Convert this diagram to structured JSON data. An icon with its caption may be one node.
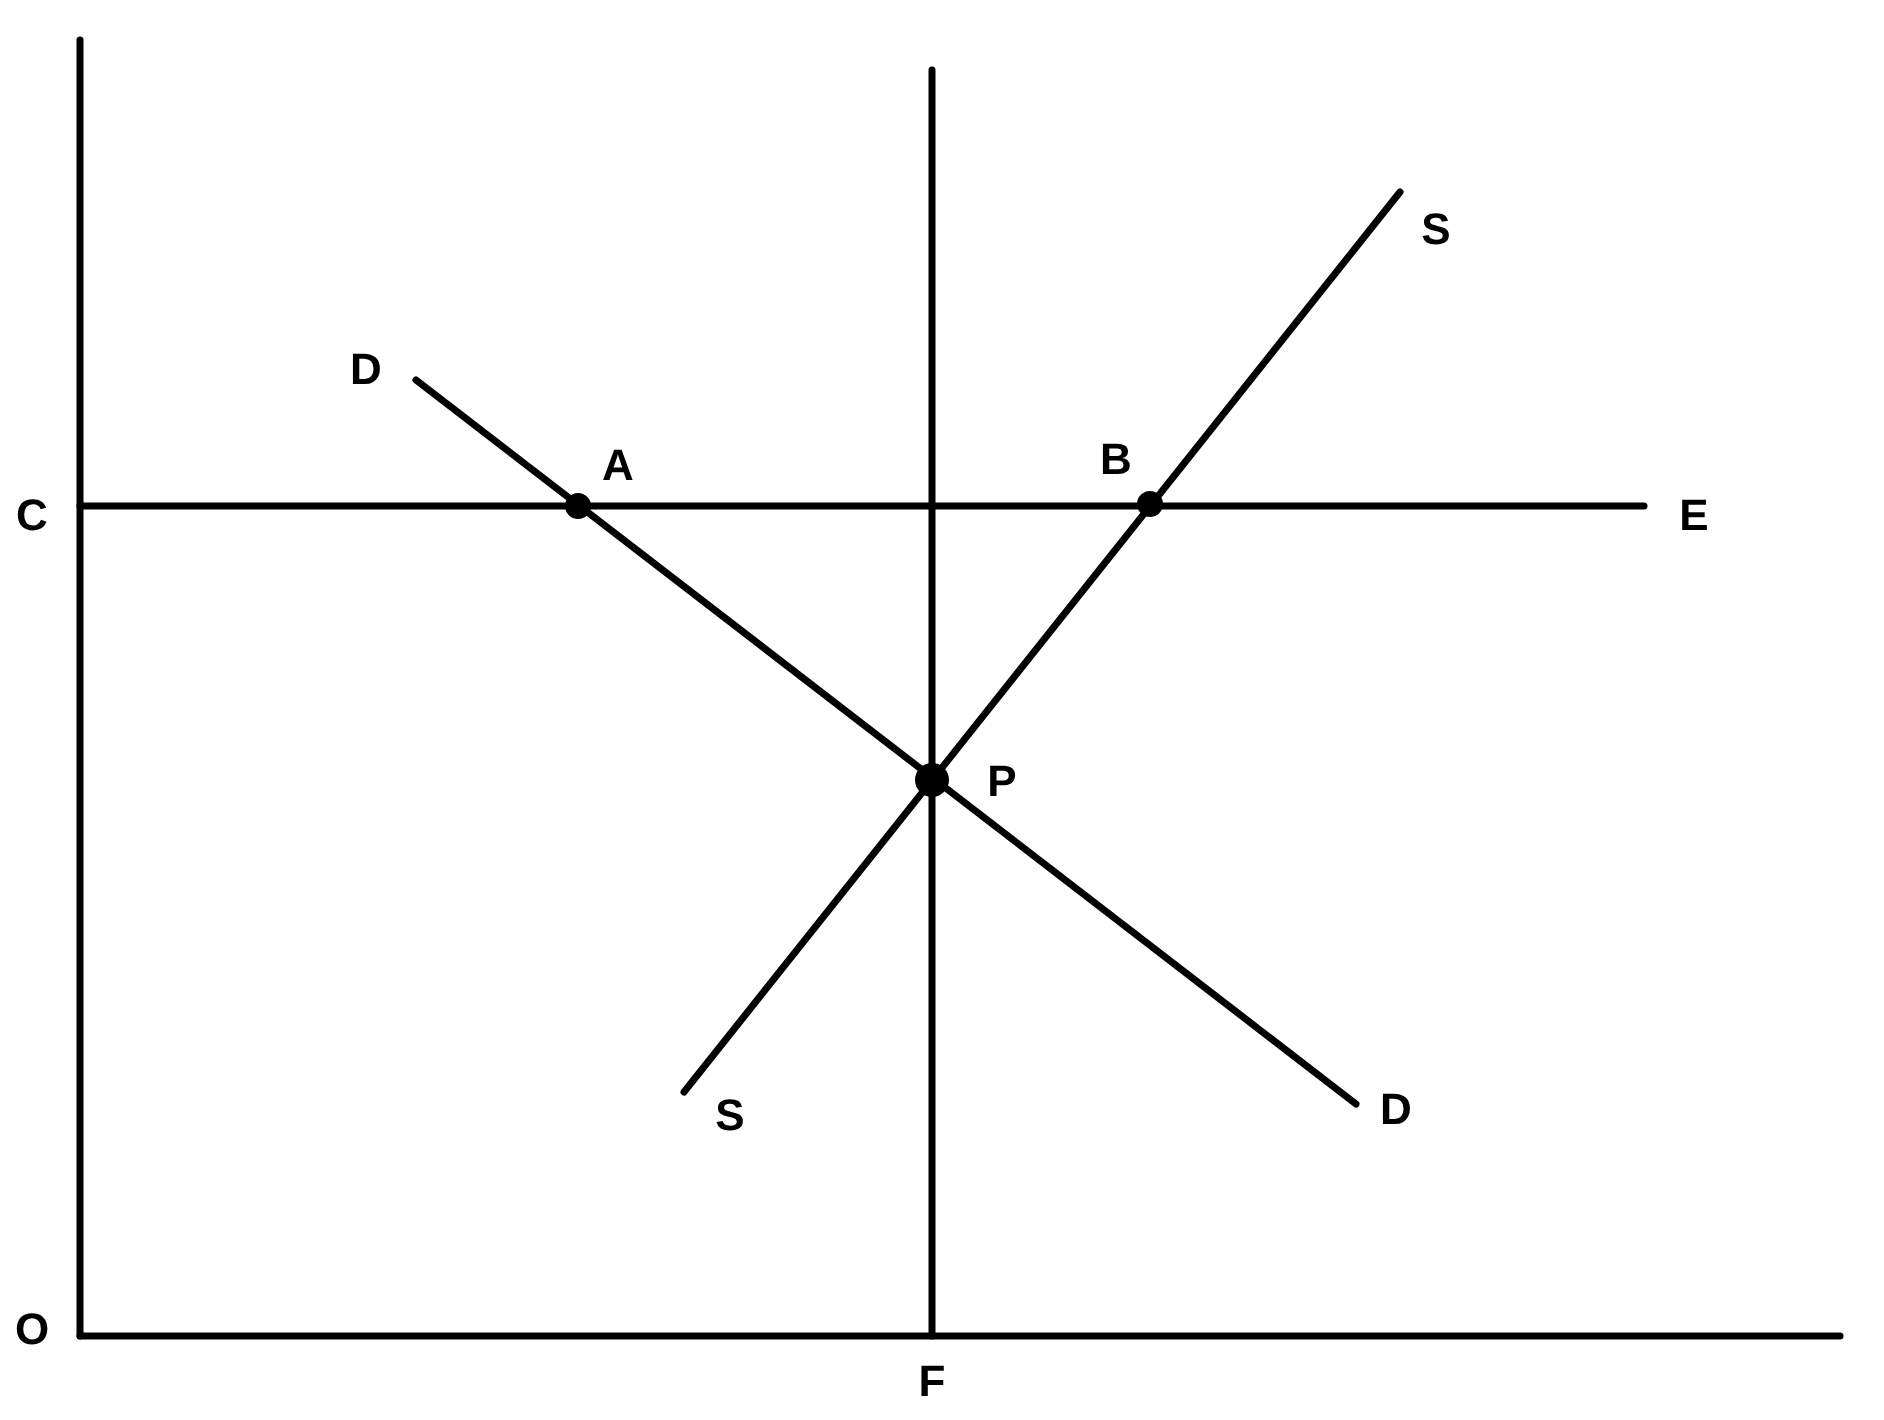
{
  "diagram": {
    "labels": [
      "S",
      "D",
      "A",
      "B",
      "C",
      "E",
      "P",
      "S",
      "D",
      "O",
      "F"
    ]
  }
}
